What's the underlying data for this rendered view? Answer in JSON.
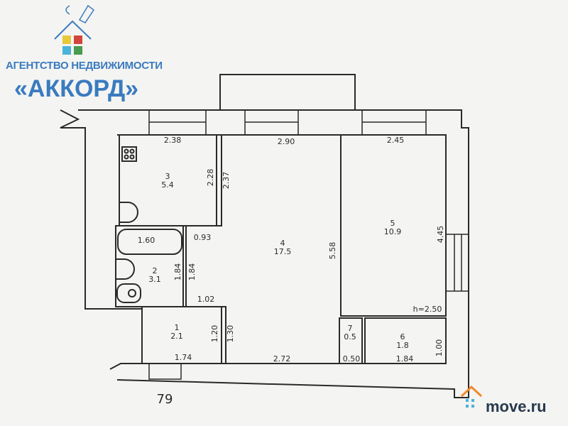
{
  "logo": {
    "line1": "АГЕНТСТВО НЕДВИЖИМОСТИ",
    "line2": "«АККОРД»",
    "colors": {
      "blue": "#3a7bbf",
      "yellow": "#e8c93a",
      "red": "#d2453b",
      "cyan": "#4ab3d9",
      "green": "#4a9a4f"
    }
  },
  "watermark": {
    "text": "move.ru",
    "accent": "#f08a2c"
  },
  "rooms": [
    {
      "number": "1",
      "area": "2.1"
    },
    {
      "number": "2",
      "area": "3.1"
    },
    {
      "number": "3",
      "area": "5.4"
    },
    {
      "number": "4",
      "area": "17.5"
    },
    {
      "number": "5",
      "area": "10.9"
    },
    {
      "number": "6",
      "area": "1.8"
    },
    {
      "number": "7",
      "area": "0.5"
    }
  ],
  "dimensions": {
    "kitchen_width": "2.38",
    "room4_width": "2.90",
    "room5_width": "2.45",
    "kitchen_depth": "2.28",
    "kitchen_outer": "2.37",
    "passage": "0.93",
    "bath": "1.60",
    "bathroom_depth": "1.84",
    "corridor_depth": "1.84",
    "room4_depth": "5.58",
    "room5_depth": "4.45",
    "ceiling_height": "h=2.50",
    "hall_door": "1.02",
    "hall_depth": "1.20",
    "hall_outer": "1.30",
    "hall_width": "1.74",
    "room4_bottom": "2.72",
    "closet7_width": "0.50",
    "closet6_width": "1.84",
    "closet6_depth": "1.00"
  },
  "apartment_number": "79"
}
